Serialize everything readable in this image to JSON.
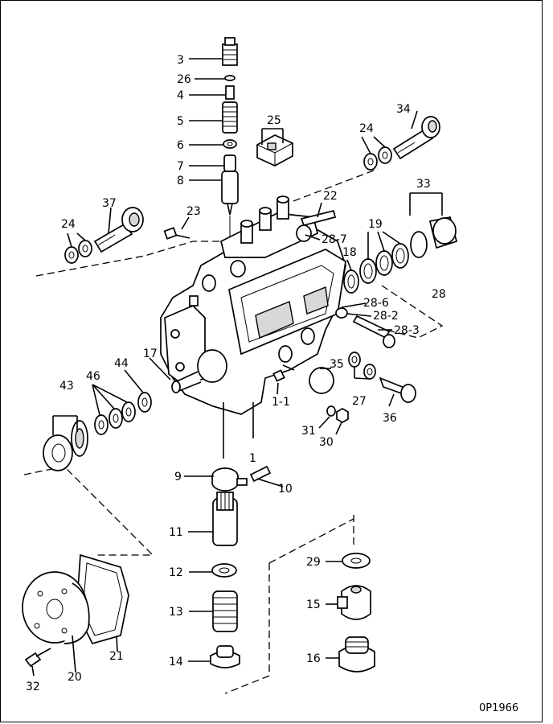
{
  "diagram": {
    "type": "exploded-parts-view",
    "drawing_code": "0P1966",
    "callouts": [
      {
        "id": "c3",
        "label": "3"
      },
      {
        "id": "c26",
        "label": "26"
      },
      {
        "id": "c4",
        "label": "4"
      },
      {
        "id": "c5",
        "label": "5"
      },
      {
        "id": "c6",
        "label": "6"
      },
      {
        "id": "c7",
        "label": "7"
      },
      {
        "id": "c8",
        "label": "8"
      },
      {
        "id": "c25",
        "label": "25"
      },
      {
        "id": "c24a",
        "label": "24"
      },
      {
        "id": "c34",
        "label": "34"
      },
      {
        "id": "c22",
        "label": "22"
      },
      {
        "id": "c37",
        "label": "37"
      },
      {
        "id": "c24b",
        "label": "24"
      },
      {
        "id": "c23",
        "label": "23"
      },
      {
        "id": "c33",
        "label": "33"
      },
      {
        "id": "c19",
        "label": "19"
      },
      {
        "id": "c28_7",
        "label": "28-7"
      },
      {
        "id": "c18",
        "label": "18"
      },
      {
        "id": "c28",
        "label": "28"
      },
      {
        "id": "c28_6",
        "label": "28-6"
      },
      {
        "id": "c28_2",
        "label": "28-2"
      },
      {
        "id": "c28_3",
        "label": "28-3"
      },
      {
        "id": "c17",
        "label": "17"
      },
      {
        "id": "c44",
        "label": "44"
      },
      {
        "id": "c46",
        "label": "46"
      },
      {
        "id": "c43",
        "label": "43"
      },
      {
        "id": "c35",
        "label": "35"
      },
      {
        "id": "c27",
        "label": "27"
      },
      {
        "id": "c1_1",
        "label": "1-1"
      },
      {
        "id": "c36",
        "label": "36"
      },
      {
        "id": "c31",
        "label": "31"
      },
      {
        "id": "c30",
        "label": "30"
      },
      {
        "id": "c1",
        "label": "1"
      },
      {
        "id": "c9",
        "label": "9"
      },
      {
        "id": "c10",
        "label": "10"
      },
      {
        "id": "c11",
        "label": "11"
      },
      {
        "id": "c12",
        "label": "12"
      },
      {
        "id": "c13",
        "label": "13"
      },
      {
        "id": "c14",
        "label": "14"
      },
      {
        "id": "c29",
        "label": "29"
      },
      {
        "id": "c15",
        "label": "15"
      },
      {
        "id": "c16",
        "label": "16"
      },
      {
        "id": "c32",
        "label": "32"
      },
      {
        "id": "c20",
        "label": "20"
      },
      {
        "id": "c21",
        "label": "21"
      }
    ]
  }
}
